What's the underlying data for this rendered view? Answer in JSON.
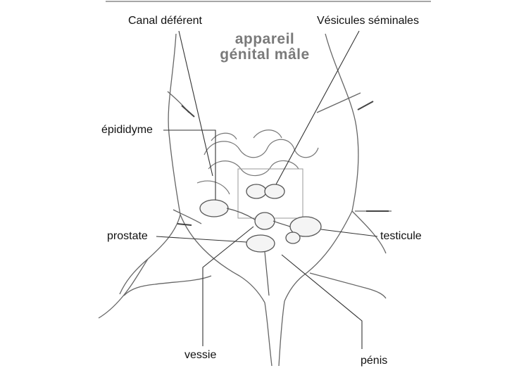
{
  "title": {
    "line1": "appareil",
    "line2": "génital mâle"
  },
  "labels": {
    "canal_deferent": "Canal déférent",
    "vesicules_seminales": "Vésicules séminales",
    "epididyme": "épididyme",
    "prostate": "prostate",
    "testicule": "testicule",
    "vessie": "vessie",
    "penis": "pénis"
  },
  "colors": {
    "line": "#555555",
    "leader": "#333333",
    "text": "#111111",
    "title": "#7a7a7a"
  }
}
